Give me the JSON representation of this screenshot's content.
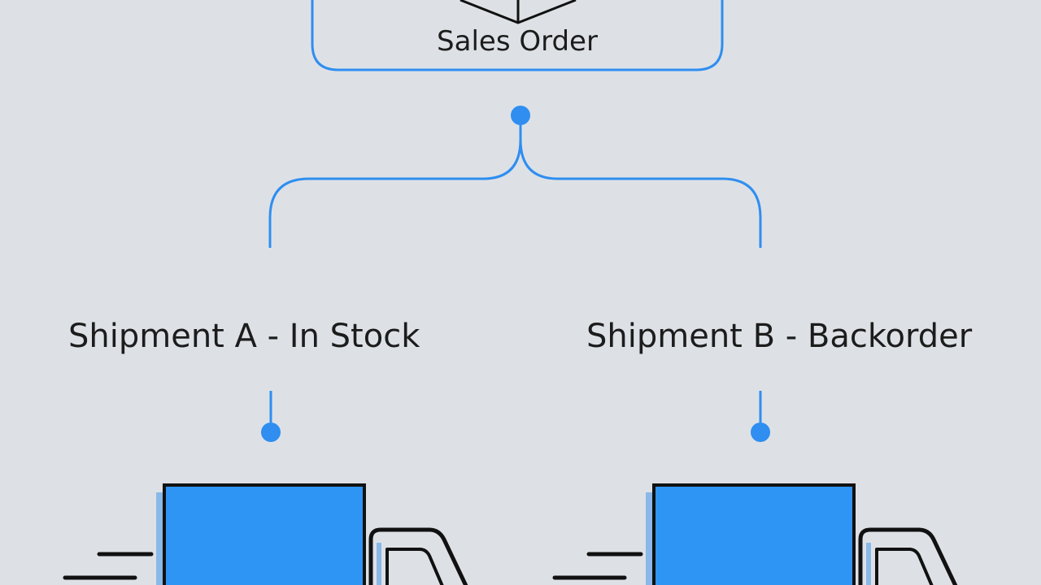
{
  "order": {
    "label": "Sales Order"
  },
  "shipments": [
    {
      "label": "Shipment A - In Stock"
    },
    {
      "label": "Shipment B - Backorder"
    }
  ],
  "colors": {
    "background": "#dde1e6",
    "accent": "#2f8ef0",
    "truck_fill": "#2f95f5",
    "truck_shadow": "#8ab8e8",
    "outline": "#111111",
    "text": "#1c1c1c"
  },
  "icons": [
    "box-icon",
    "truck-icon",
    "truck-icon"
  ]
}
